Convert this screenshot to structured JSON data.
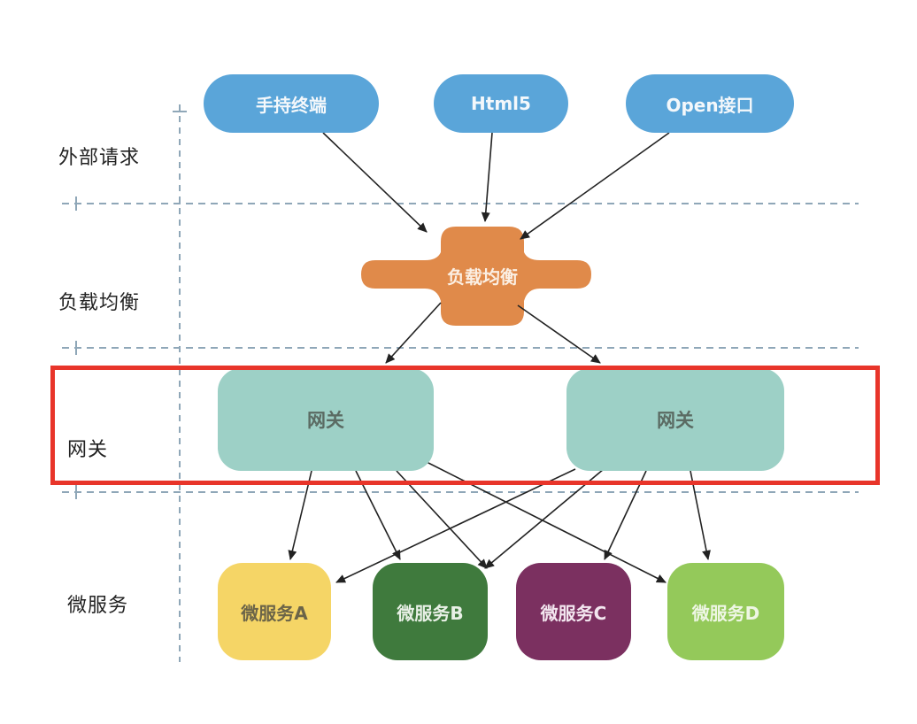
{
  "lanes": [
    {
      "label": "外部请求"
    },
    {
      "label": "负载均衡"
    },
    {
      "label": "网关"
    },
    {
      "label": "微服务"
    }
  ],
  "external_requests": [
    {
      "label": "手持终端"
    },
    {
      "label": "Html5"
    },
    {
      "label": "Open接口"
    }
  ],
  "load_balancer": {
    "label": "负载均衡"
  },
  "gateways": [
    {
      "label": "网关"
    },
    {
      "label": "网关"
    }
  ],
  "microservices": [
    {
      "label": "微服务A",
      "color": "#f5d566",
      "text_color": "#6b6448"
    },
    {
      "label": "微服务B",
      "color": "#3f7a3d",
      "text_color": "#e8f0e6"
    },
    {
      "label": "微服务C",
      "color": "#7b3060",
      "text_color": "#f3e6ef"
    },
    {
      "label": "微服务D",
      "color": "#94c95a",
      "text_color": "#eef6e4"
    }
  ],
  "colors": {
    "external": "#5aa5d9",
    "load_balancer": "#e08a4a",
    "gateway": "#9dd0c6",
    "highlight": "#e8352a",
    "divider": "#8fa7b8",
    "arrow": "#222222"
  }
}
